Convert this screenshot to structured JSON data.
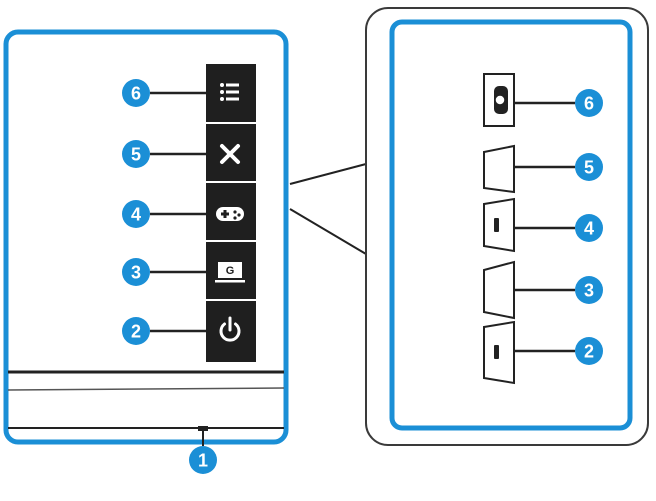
{
  "colors": {
    "accent": "#1b8fd6",
    "button_bg": "#1f1f1f",
    "button_fg": "#ffffff",
    "line": "#222222",
    "callout_border": "#3a3a3a",
    "panel_fill": "#ffffff"
  },
  "front_buttons": [
    {
      "number": "6",
      "icon": "menu-icon"
    },
    {
      "number": "5",
      "icon": "close-icon"
    },
    {
      "number": "4",
      "icon": "gamepad-icon"
    },
    {
      "number": "3",
      "icon": "gameplus-icon",
      "icon_text": "G"
    },
    {
      "number": "2",
      "icon": "power-icon"
    }
  ],
  "side_buttons": [
    {
      "number": "6",
      "icon": "joystick-key"
    },
    {
      "number": "5",
      "icon": "side-key"
    },
    {
      "number": "4",
      "icon": "side-key"
    },
    {
      "number": "3",
      "icon": "side-key"
    },
    {
      "number": "2",
      "icon": "side-key"
    }
  ],
  "power_indicator": {
    "number": "1"
  }
}
